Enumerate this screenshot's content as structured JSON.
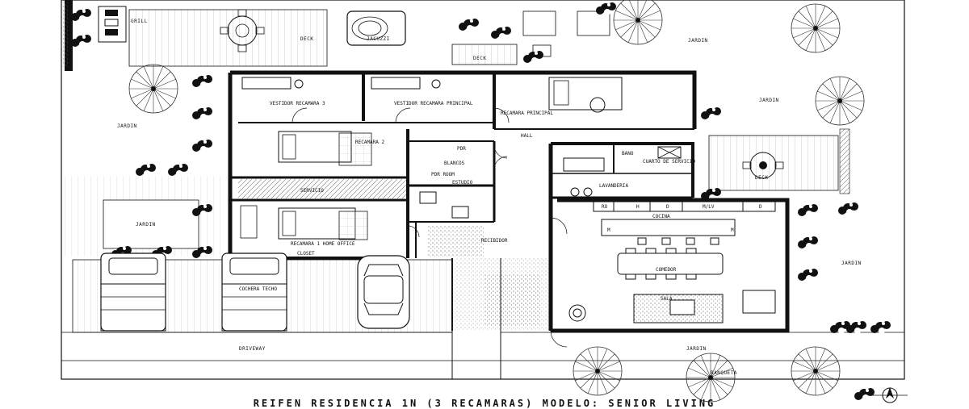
{
  "title": "REIFEN RESIDENCIA 1N (3 RECAMARAS) MODELO: SENIOR LIVING",
  "labels": {
    "grill": "GRILL",
    "jacuzzi": "JACUZZI",
    "deck_top": "DECK",
    "deck_top_right": "DECK",
    "deck_right": "DECK",
    "jardin_top_right": "JARDIN",
    "jardin_right_mid": "JARDIN",
    "jardin_left": "JARDIN",
    "jardin_left_low": "JARDIN",
    "jardin_far_right": "JARDIN",
    "jardin_bottom": "JARDIN",
    "vestidor_bano_3": "VESTIDOR RECAMARA 3",
    "vestidor_bano_principal": "VESTIDOR RECAMARA PRINCIPAL",
    "recamara_principal": "RECAMARA PRINCIPAL",
    "hall": "HALL",
    "recamara_2": "RECAMARA 2",
    "blancos": "BLANCOS",
    "pdr": "PDR",
    "pdr_room": "PDR ROOM",
    "estudio": "ESTUDIO",
    "servicio": "SERVICIO",
    "bano": "BANO",
    "cuarto_servicio": "CUARTO DE SERVICIO",
    "lavanderia": "LAVANDERIA",
    "recamara_1": "RECAMARA 1 HOME OFFICE",
    "closet": "CLOSET",
    "recibidor": "RECIBIDOR",
    "cocina": "COCINA",
    "comedor": "COMEDOR",
    "sala": "SALA",
    "cochera": "COCHERA TECHO",
    "driveway": "DRIVEWAY",
    "banqueta": "BANQUETA",
    "ro": "RO",
    "h": "H",
    "d": "D",
    "mlv": "M/LV",
    "d2": "D",
    "m1": "M",
    "m2": "M"
  }
}
